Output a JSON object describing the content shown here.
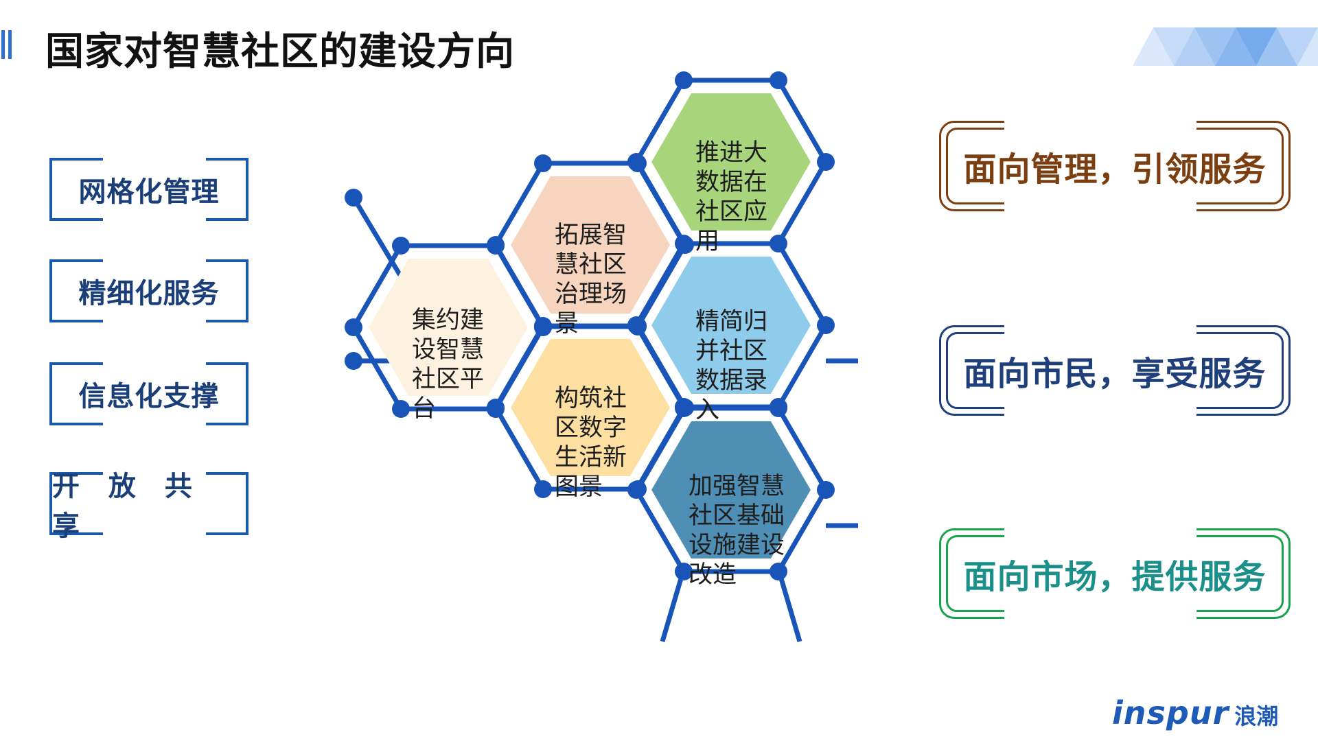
{
  "title": "国家对智慧社区的建设方向",
  "left_items": [
    "网格化管理",
    "精细化服务",
    "信息化支撑",
    "开 放 共 享"
  ],
  "hexagons": [
    {
      "label": "推进大数据在社区应用",
      "color": "#a8d57c"
    },
    {
      "label": "拓展智慧社区治理场景",
      "color": "#f7d4bd"
    },
    {
      "label": "集约建设智慧社区平台",
      "color": "#fdf2e0"
    },
    {
      "label": "精简归并社区数据录入",
      "color": "#8fcbea"
    },
    {
      "label": "构筑社区数字生活新图景",
      "color": "#fde0a1"
    },
    {
      "label": "加强智慧社区基础设施建设改造",
      "color": "#4f8fb5"
    }
  ],
  "right_items": [
    {
      "label": "面向管理，引领服务",
      "color": "#7a3e10"
    },
    {
      "label": "面向市民，享受服务",
      "color": "#1f3f7a"
    },
    {
      "label": "面向市场，提供服务",
      "color": "#16a34a"
    }
  ],
  "logo": {
    "en": "inspur",
    "cn": "浪潮"
  },
  "line_color": "#1955b8"
}
